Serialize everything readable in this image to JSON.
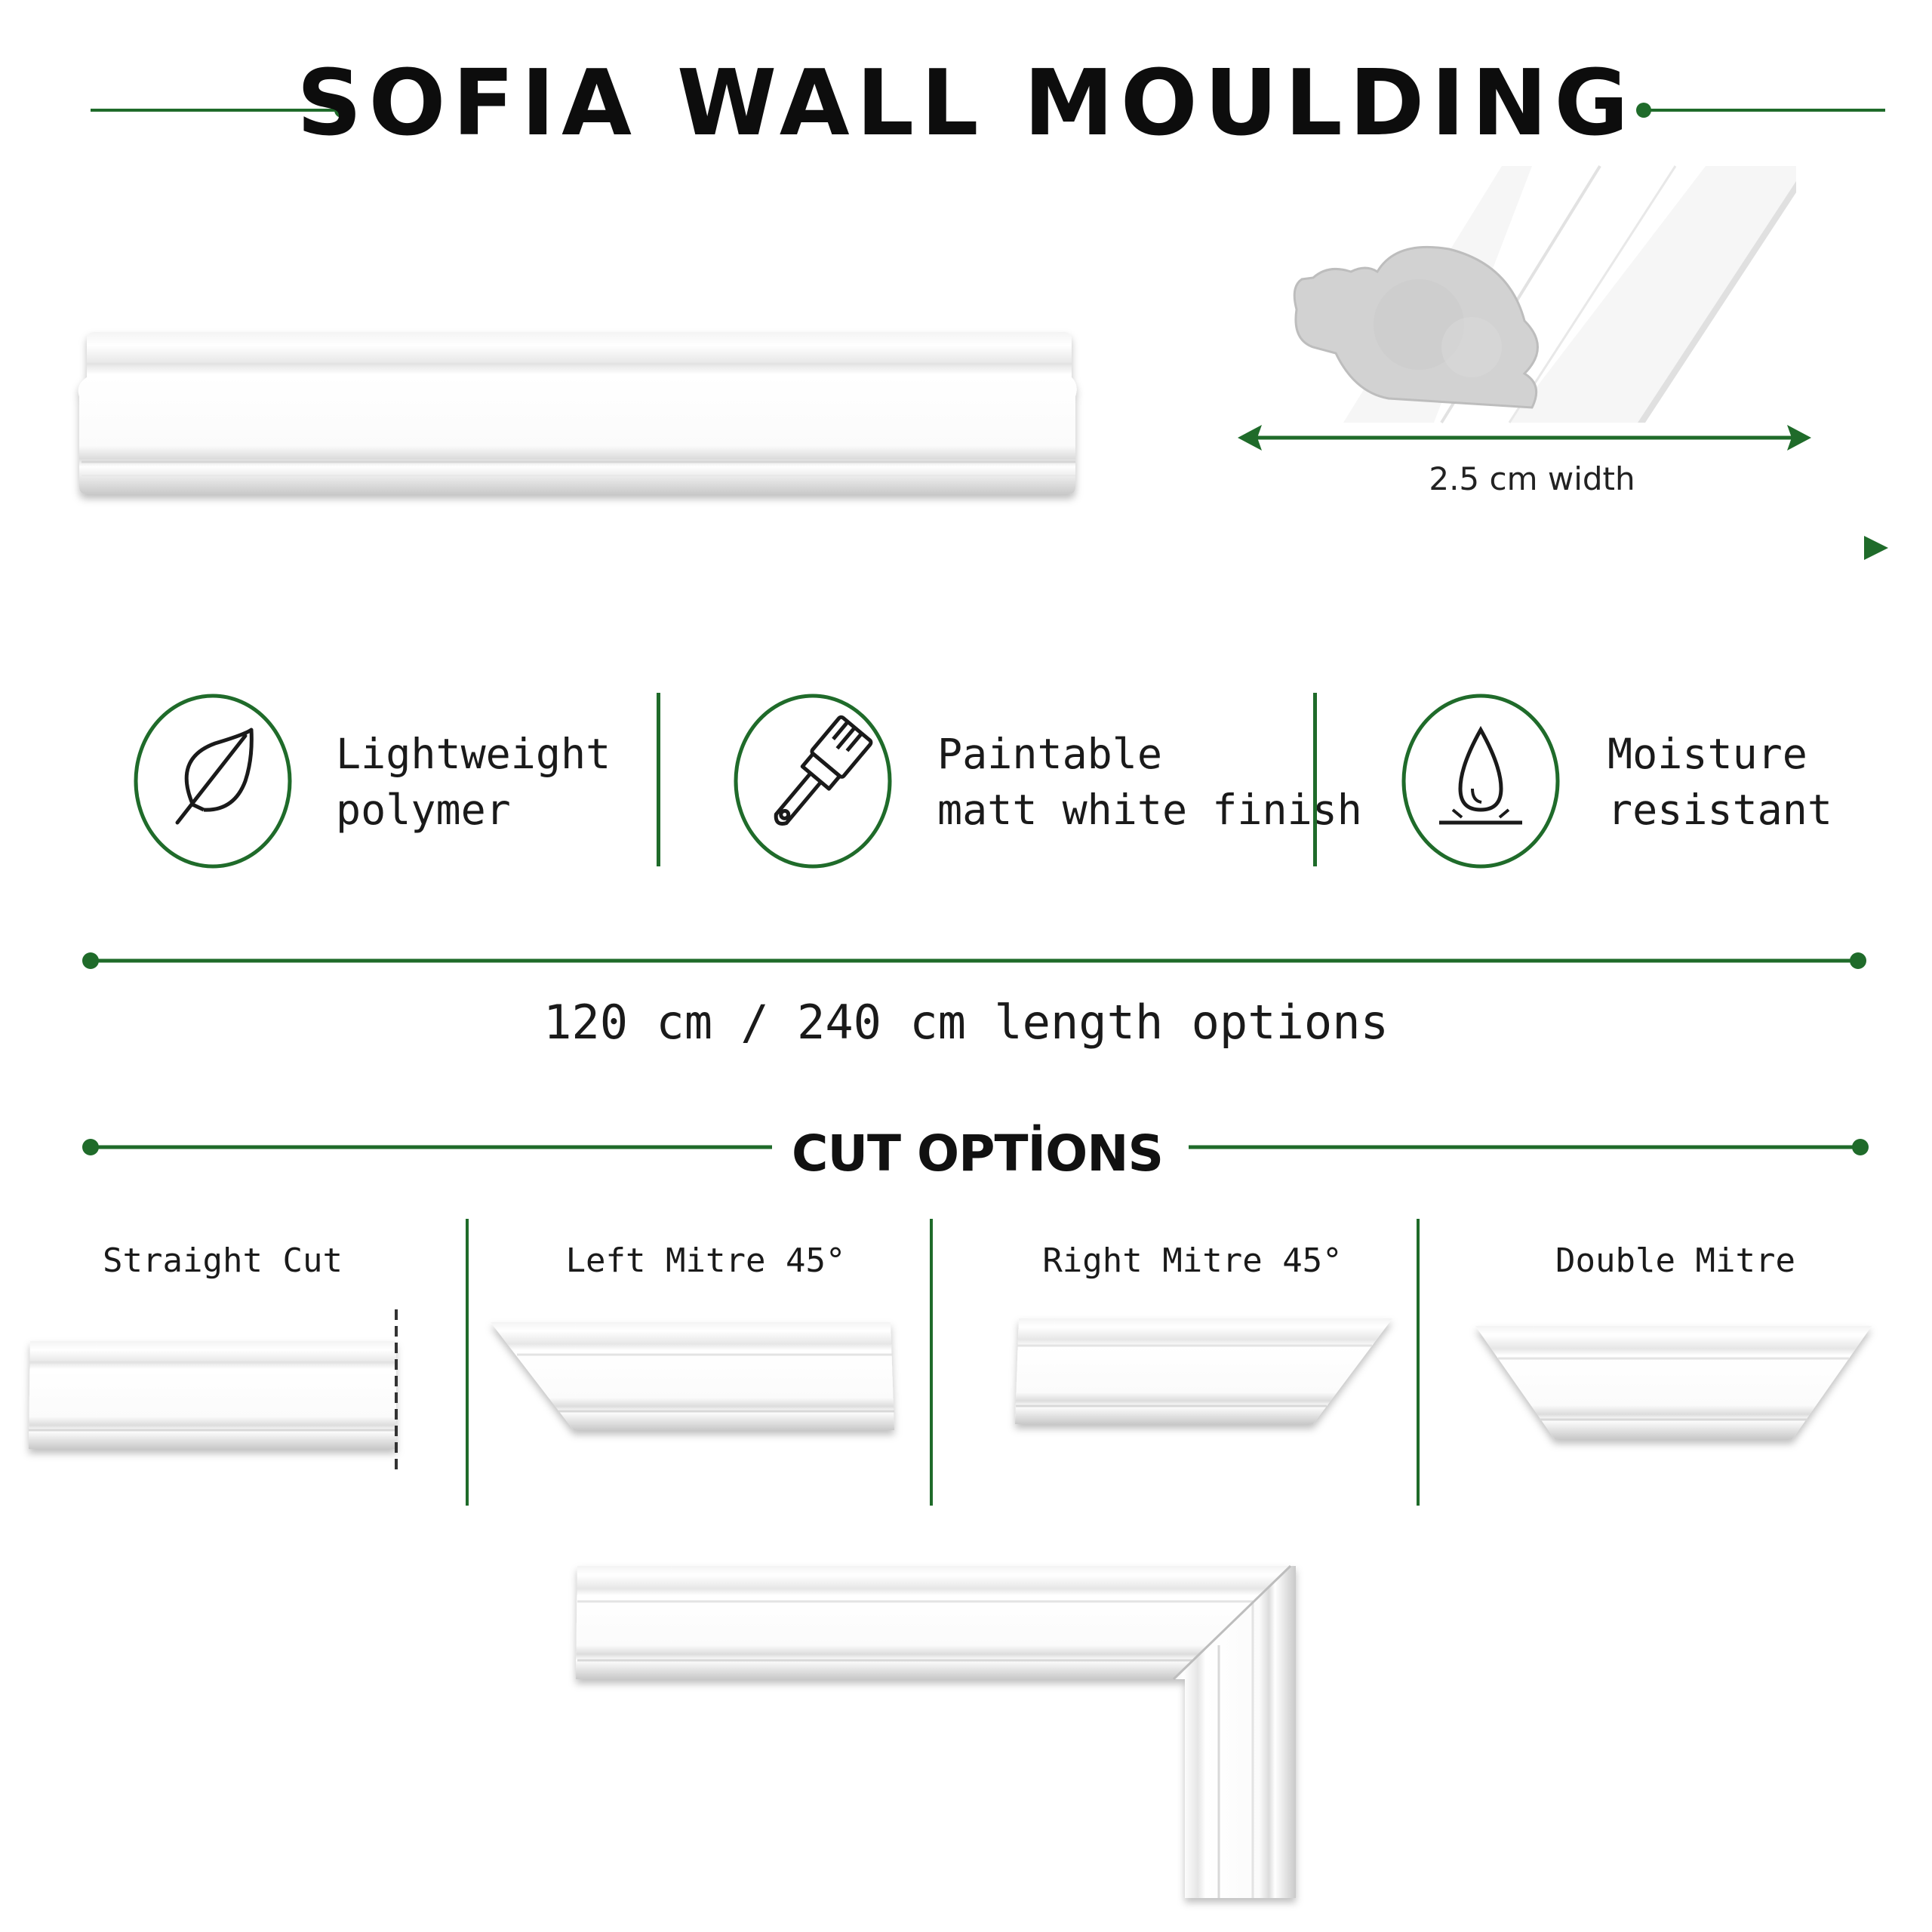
{
  "title": "SOFIA WALL MOULDING",
  "profile": {
    "width_label": "2.5 cm width"
  },
  "features": [
    {
      "icon": "leaf-icon",
      "line1": "Lightweight",
      "line2": "polymer"
    },
    {
      "icon": "paintbrush-icon",
      "line1": "Paintable",
      "line2": "matt white finish"
    },
    {
      "icon": "water-drop-icon",
      "line1": "Moisture",
      "line2": "resistant"
    }
  ],
  "length_options": "120 cm / 240 cm length options",
  "cut_options": {
    "heading": "CUT OPTİONS",
    "items": [
      {
        "label": "Straight Cut"
      },
      {
        "label": "Left Mitre 45°"
      },
      {
        "label": "Right Mitre 45°"
      },
      {
        "label": "Double Mitre"
      }
    ]
  },
  "colors": {
    "accent": "#1f6b2a",
    "text": "#111111",
    "moulding": "#ffffff"
  }
}
